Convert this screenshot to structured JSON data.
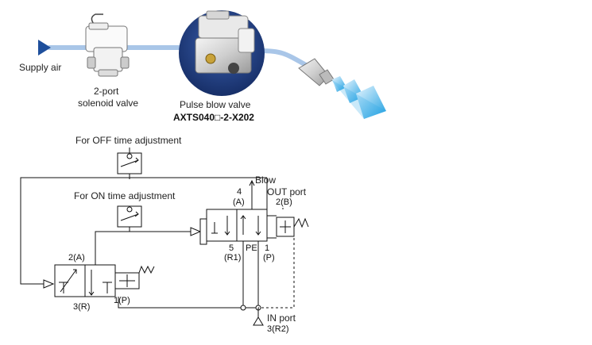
{
  "top_diagram": {
    "supply_air_label": "Supply air",
    "solenoid_label_line1": "2-port",
    "solenoid_label_line2": "solenoid valve",
    "pulse_label": "Pulse blow valve",
    "model_label": "AXTS040□-2-X202",
    "colors": {
      "air_line": "#a9c6e8",
      "arrow": "#1e4f9c",
      "badge": "#1f3e84",
      "spray": "#2aa7e6"
    }
  },
  "circuit": {
    "off_adjust_label": "For OFF time adjustment",
    "on_adjust_label": "For ON time adjustment",
    "blow_label": "Blow",
    "out_port_label": "OUT port",
    "in_port_label": "IN port",
    "ports": {
      "p4": "4",
      "a_main": "(A)",
      "p2b": "2(B)",
      "p5": "5",
      "r1": "(R1)",
      "pe": "PE",
      "p1": "1",
      "p_main": "(P)",
      "p2a_small": "2(A)",
      "p3r_small": "3(R)",
      "p1p_small": "1(P)",
      "p3r2": "3(R2)"
    }
  }
}
